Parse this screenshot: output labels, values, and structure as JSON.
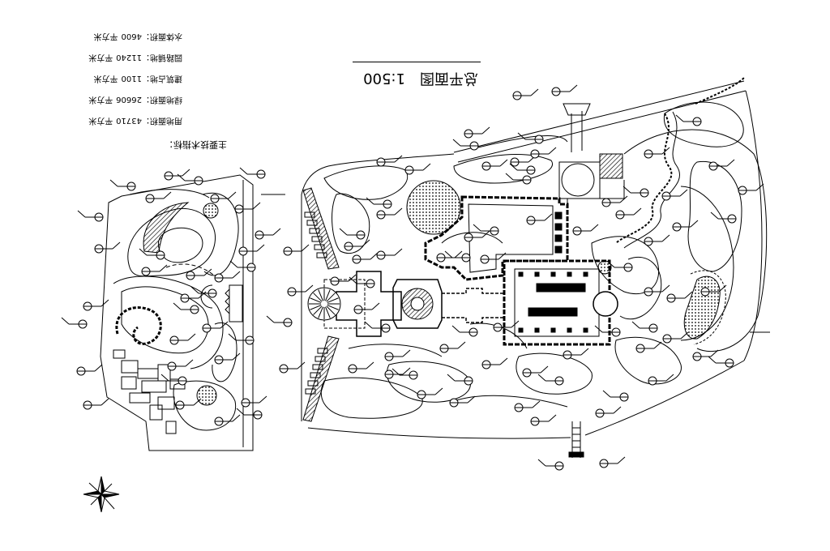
{
  "drawing": {
    "title": "总平面图",
    "scale": "1:500"
  },
  "indicators": {
    "heading": "主要技术指标：",
    "items": [
      {
        "label": "用地面积：",
        "value": "43710",
        "unit": "平方米"
      },
      {
        "label": "绿地面积：",
        "value": "26606",
        "unit": "平方米"
      },
      {
        "label": "建筑占地：",
        "value": "1100",
        "unit": "平方米"
      },
      {
        "label": "园路铺地：",
        "value": "11240",
        "unit": "平方米"
      },
      {
        "label": "水体面积：",
        "value": "4600",
        "unit": "平方米"
      }
    ]
  },
  "colors": {
    "line": "#000000",
    "background": "#ffffff"
  }
}
